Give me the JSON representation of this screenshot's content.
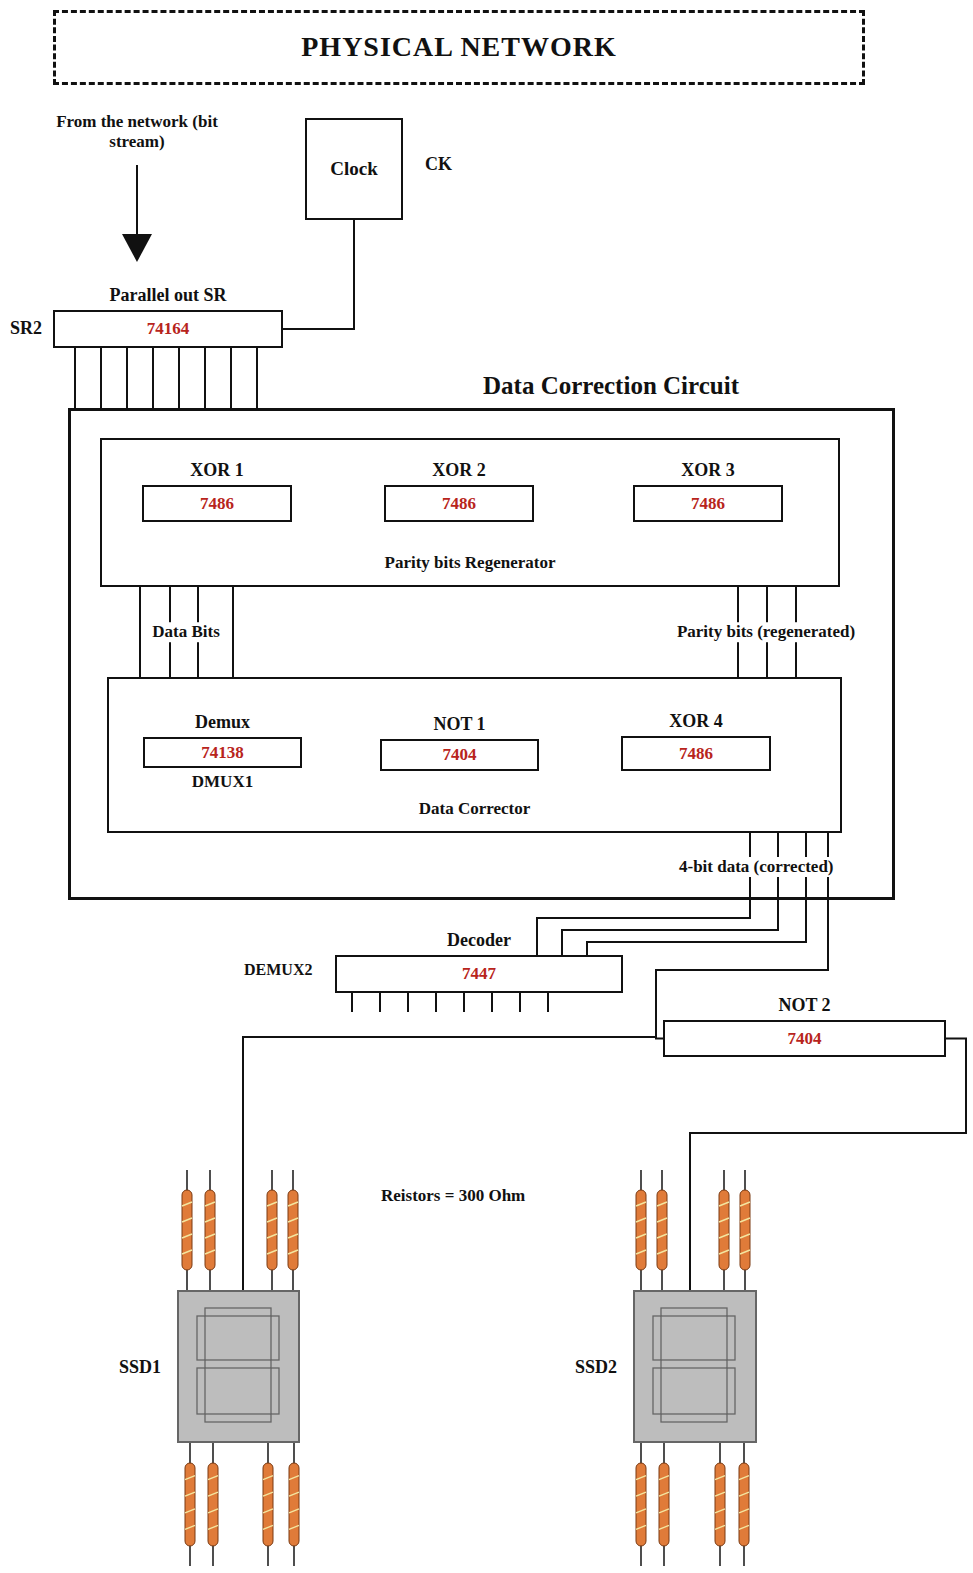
{
  "diagram": {
    "nodes": [
      {
        "text": [
          "PHYSICAL NETWORK"
        ]
      },
      {
        "text": [
          "Clock"
        ]
      },
      {
        "text": [
          "Parallel out SR",
          "74164"
        ]
      },
      {
        "text": [
          "Data Correction Circuit"
        ]
      },
      {
        "text": [
          "Parity bits Regenerator"
        ],
        "in": 3
      },
      {
        "text": [
          "XOR 1",
          "7486"
        ],
        "in": 4
      },
      {
        "text": [
          "XOR 2",
          "7486"
        ],
        "in": 4
      },
      {
        "text": [
          "XOR 3",
          "7486"
        ],
        "in": 4
      },
      {
        "text": [
          "Data Corrector"
        ],
        "in": 3
      },
      {
        "text": [
          "Demux",
          "74138",
          "DMUX1"
        ],
        "in": 8
      },
      {
        "text": [
          "NOT 1",
          "7404"
        ],
        "in": 8
      },
      {
        "text": [
          "XOR 4",
          "7486"
        ],
        "in": 8
      },
      {
        "text": [
          "Decoder",
          "7447"
        ]
      },
      {
        "text": [
          "NOT 2",
          "7404"
        ]
      },
      {
        "text": [
          "SSD1"
        ]
      },
      {
        "text": [
          "SSD2"
        ]
      }
    ],
    "edges": [
      {
        "from": 1,
        "to": 2,
        "arrow": "none"
      },
      {
        "from": 2,
        "to": 3,
        "arrow": "none"
      },
      {
        "from": 4,
        "to": 8,
        "label": "Data Bits",
        "arrow": "none"
      },
      {
        "from": 4,
        "to": 8,
        "label": "Parity bits (regenerated)",
        "arrow": "none"
      },
      {
        "from": 8,
        "to": 12,
        "arrow": "none"
      },
      {
        "from": 8,
        "to": 13,
        "arrow": "none"
      },
      {
        "from": 8,
        "to": 14,
        "arrow": "none"
      },
      {
        "from": 13,
        "to": 15,
        "arrow": "none"
      }
    ],
    "labels": [
      "From the network (bit stream)",
      "CK",
      "SR2",
      "4-bit data (corrected)",
      "DEMUX2",
      "Reistors = 300 Ohm"
    ]
  }
}
